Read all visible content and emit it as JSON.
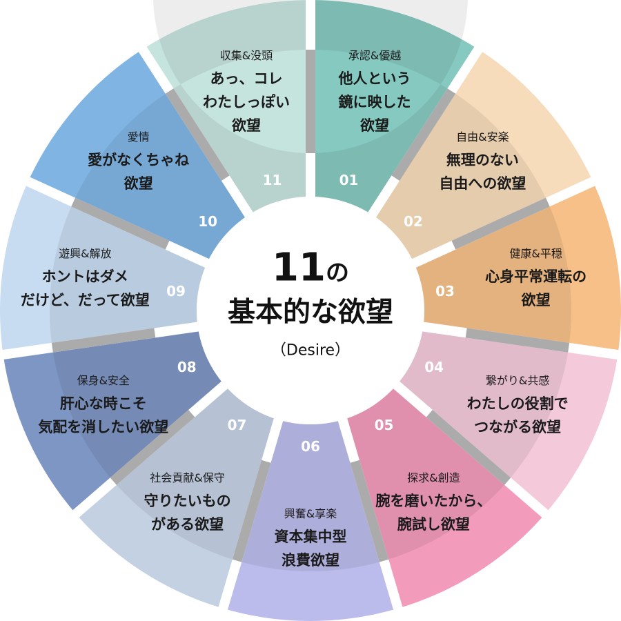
{
  "center": {
    "count": "11",
    "suffix": "の",
    "title": "基本的な欲望",
    "subtitle": "（Desire）"
  },
  "segments": [
    {
      "num": "01",
      "category": "承認&優越",
      "lines": [
        "他人という",
        "鏡に映した",
        "欲望"
      ],
      "color": "#86c9c0"
    },
    {
      "num": "02",
      "category": "自由&安楽",
      "lines": [
        "無理のない",
        "自由への欲望"
      ],
      "color": "#f6dcbb"
    },
    {
      "num": "03",
      "category": "健康&平穏",
      "lines": [
        "心身平常運転の",
        "欲望"
      ],
      "color": "#f6c088"
    },
    {
      "num": "04",
      "category": "繋がり&共感",
      "lines": [
        "わたしの役割で",
        "つながる欲望"
      ],
      "color": "#f4cadb"
    },
    {
      "num": "05",
      "category": "探求&創造",
      "lines": [
        "腕を磨いたから、",
        "腕試し欲望"
      ],
      "color": "#f29bbb"
    },
    {
      "num": "06",
      "category": "興奮&享楽",
      "lines": [
        "資本集中型",
        "浪費欲望"
      ],
      "color": "#bcbcec"
    },
    {
      "num": "07",
      "category": "社会貢献&保守",
      "lines": [
        "守りたいもの",
        "がある欲望"
      ],
      "color": "#c4d1e3"
    },
    {
      "num": "08",
      "category": "保身&安全",
      "lines": [
        "肝心な時こそ",
        "気配を消したい欲望"
      ],
      "color": "#7e96c4"
    },
    {
      "num": "09",
      "category": "遊興&解放",
      "lines": [
        "ホントはダメ",
        "だけど、だって欲望"
      ],
      "color": "#c7dcf0"
    },
    {
      "num": "10",
      "category": "愛情",
      "lines": [
        "愛がなくちゃね",
        "欲望"
      ],
      "color": "#80b4e3"
    },
    {
      "num": "11",
      "category": "収集&没頭",
      "lines": [
        "あっ、コレ",
        "わたしっぽい",
        "欲望"
      ],
      "color": "#c6e4de"
    }
  ]
}
